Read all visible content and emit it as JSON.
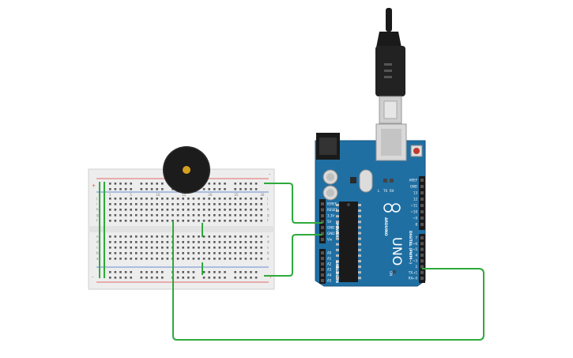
{
  "colors": {
    "arduino_board": "#1f6fa3",
    "wire_green": "#2eaa3c",
    "rail_red": "#e04040",
    "rail_blue": "#3a6fc8",
    "breadboard": "#ededed",
    "buzzer": "#1c1c1c",
    "buzzer_center": "#d4a020"
  },
  "arduino": {
    "model": "UNO",
    "logo_text": "ARDUINO",
    "power_header_title": "POWER",
    "analog_header_title": "ANALOG IN",
    "digital_header_title": "DIGITAL (PWM~)",
    "power_pins": [
      "IOREF",
      "RESET",
      "3.3V",
      "5V",
      "GND",
      "GND",
      "Vin"
    ],
    "analog_pins": [
      "A0",
      "A1",
      "A2",
      "A3",
      "A4",
      "A5"
    ],
    "digital_pins_top": [
      "AREF",
      "GND",
      "13",
      "12",
      "~11",
      "~10",
      "~9",
      "8"
    ],
    "digital_pins_bottom": [
      "7",
      "~6",
      "~5",
      "4",
      "~3",
      "2",
      "TX→1",
      "RX←0"
    ],
    "led_labels": [
      "L",
      "TX",
      "RX"
    ],
    "on_label": "ON"
  },
  "breadboard": {
    "columns_top": [
      "1",
      "5",
      "10",
      "15",
      "20",
      "25",
      "30"
    ],
    "rows_top": [
      "j",
      "i",
      "h",
      "g",
      "f"
    ],
    "rows_bottom": [
      "e",
      "d",
      "c",
      "b",
      "a"
    ],
    "rail_plus": "+",
    "rail_minus": "-"
  },
  "icons": [
    "usb-cable-icon",
    "dc-jack-icon",
    "reset-button-icon",
    "piezo-buzzer-icon",
    "microcontroller-chip-icon"
  ]
}
